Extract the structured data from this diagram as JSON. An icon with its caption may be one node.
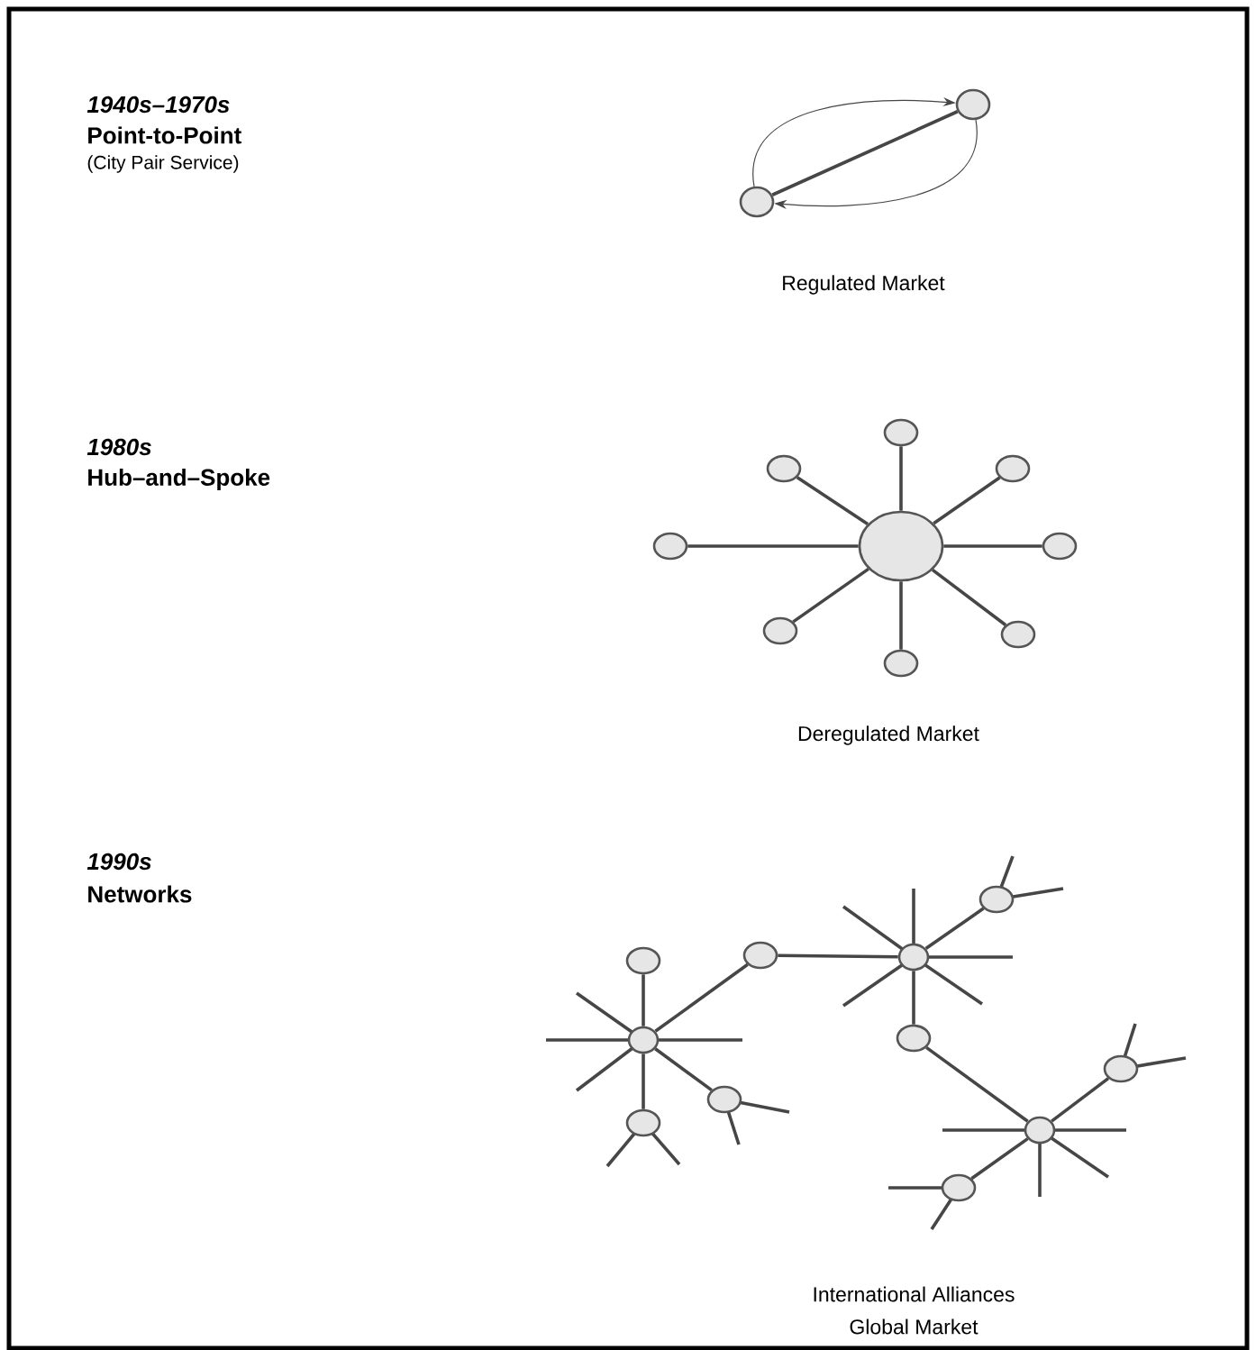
{
  "diagram": {
    "nodes": [
      {
        "text": [],
        "shape": "circle"
      },
      {
        "text": [],
        "shape": "circle"
      },
      {
        "text": [],
        "shape": "circle"
      },
      {
        "text": [],
        "shape": "circle"
      },
      {
        "text": [],
        "shape": "circle"
      },
      {
        "text": [],
        "shape": "circle"
      },
      {
        "text": [],
        "shape": "circle"
      },
      {
        "text": [],
        "shape": "circle"
      },
      {
        "text": [],
        "shape": "circle"
      },
      {
        "text": [],
        "shape": "circle"
      },
      {
        "text": [],
        "shape": "circle"
      },
      {
        "text": [],
        "shape": "circle"
      },
      {
        "text": [],
        "shape": "circle"
      },
      {
        "text": [],
        "shape": "circle"
      },
      {
        "text": [],
        "shape": "circle"
      },
      {
        "text": [],
        "shape": "circle"
      },
      {
        "text": [],
        "shape": "circle"
      },
      {
        "text": [],
        "shape": "circle"
      },
      {
        "text": [],
        "shape": "circle"
      },
      {
        "text": [],
        "shape": "circle"
      },
      {
        "text": [],
        "shape": "circle"
      },
      {
        "text": [],
        "shape": "circle"
      }
    ],
    "edges": [
      {
        "from": 1,
        "to": 0,
        "arrow": "to"
      },
      {
        "from": 0,
        "to": 1,
        "arrow": "to"
      },
      {
        "from": 0,
        "to": 1,
        "arrow": "none"
      },
      {
        "from": 2,
        "to": 3,
        "arrow": "none"
      },
      {
        "from": 2,
        "to": 4,
        "arrow": "none"
      },
      {
        "from": 2,
        "to": 5,
        "arrow": "none"
      },
      {
        "from": 2,
        "to": 6,
        "arrow": "none"
      },
      {
        "from": 2,
        "to": 7,
        "arrow": "none"
      },
      {
        "from": 2,
        "to": 8,
        "arrow": "none"
      },
      {
        "from": 2,
        "to": 9,
        "arrow": "none"
      },
      {
        "from": 2,
        "to": 10,
        "arrow": "none"
      },
      {
        "from": 15,
        "to": 11,
        "arrow": "none"
      },
      {
        "from": 15,
        "to": 12,
        "arrow": "none"
      },
      {
        "from": 12,
        "to": 13,
        "arrow": "none"
      },
      {
        "from": 13,
        "to": 14,
        "arrow": "none"
      },
      {
        "from": 13,
        "to": 16,
        "arrow": "none"
      },
      {
        "from": 16,
        "to": 20,
        "arrow": "none"
      },
      {
        "from": 20,
        "to": 17,
        "arrow": "none"
      },
      {
        "from": 20,
        "to": 21,
        "arrow": "none"
      },
      {
        "from": 15,
        "to": 19,
        "arrow": "none"
      },
      {
        "from": 15,
        "to": 18,
        "arrow": "none"
      }
    ],
    "labels": [
      "1940s–1970s",
      "Point-to-Point",
      "(City Pair Service)",
      "Regulated Market",
      "1980s",
      "Hub–and–Spoke",
      "Deregulated Market",
      "1990s",
      "Networks",
      "International Alliances",
      "Global Market"
    ]
  }
}
